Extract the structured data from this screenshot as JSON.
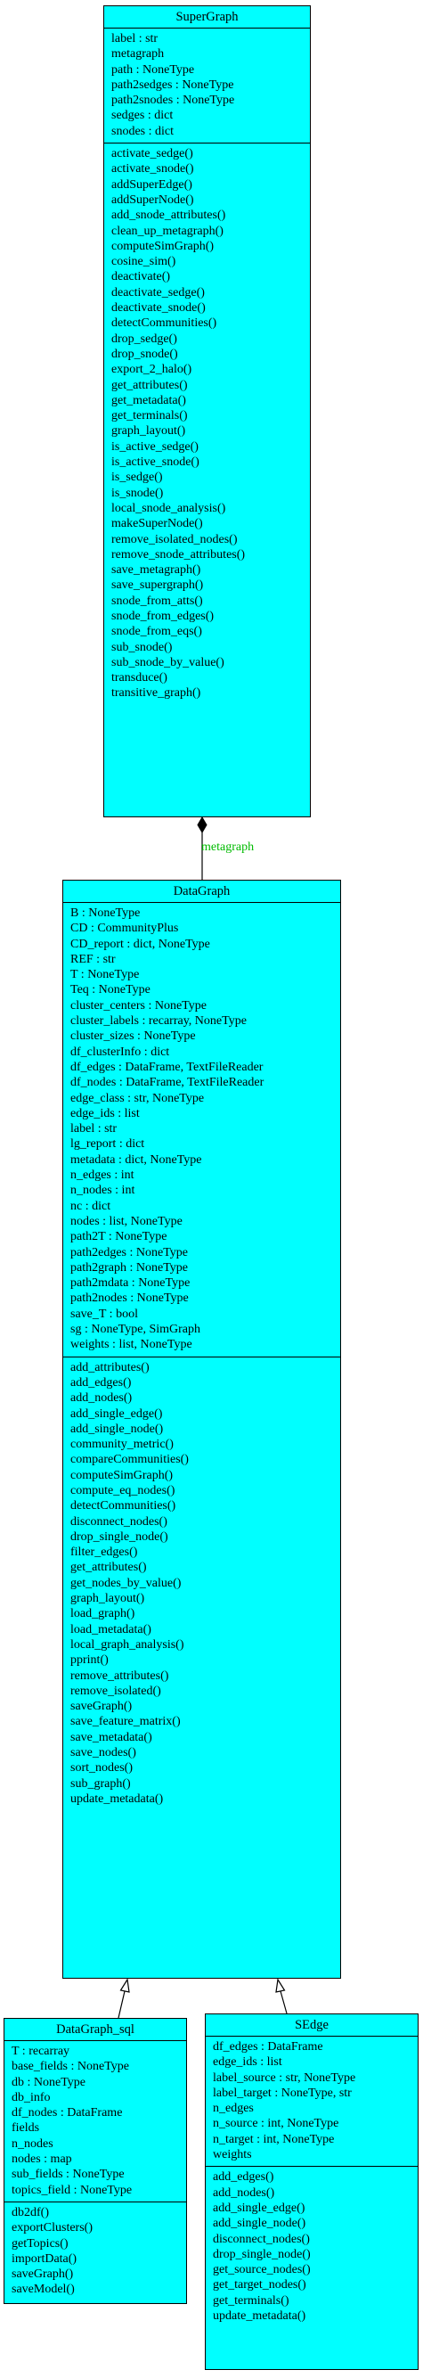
{
  "colors": {
    "class_fill": "#00ffff",
    "border": "#000000",
    "edge_label": "#00bb00"
  },
  "classes": [
    {
      "id": "supergraph",
      "name": "SuperGraph",
      "attributes": [
        "label : str",
        "metagraph",
        "path : NoneType",
        "path2sedges : NoneType",
        "path2snodes : NoneType",
        "sedges : dict",
        "snodes : dict"
      ],
      "methods": [
        "activate_sedge()",
        "activate_snode()",
        "addSuperEdge()",
        "addSuperNode()",
        "add_snode_attributes()",
        "clean_up_metagraph()",
        "computeSimGraph()",
        "cosine_sim()",
        "deactivate()",
        "deactivate_sedge()",
        "deactivate_snode()",
        "detectCommunities()",
        "drop_sedge()",
        "drop_snode()",
        "export_2_halo()",
        "get_attributes()",
        "get_metadata()",
        "get_terminals()",
        "graph_layout()",
        "is_active_sedge()",
        "is_active_snode()",
        "is_sedge()",
        "is_snode()",
        "local_snode_analysis()",
        "makeSuperNode()",
        "remove_isolated_nodes()",
        "remove_snode_attributes()",
        "save_metagraph()",
        "save_supergraph()",
        "snode_from_atts()",
        "snode_from_edges()",
        "snode_from_eqs()",
        "sub_snode()",
        "sub_snode_by_value()",
        "transduce()",
        "transitive_graph()"
      ]
    },
    {
      "id": "datagraph",
      "name": "DataGraph",
      "attributes": [
        "B : NoneType",
        "CD : CommunityPlus",
        "CD_report : dict, NoneType",
        "REF : str",
        "T : NoneType",
        "Teq : NoneType",
        "cluster_centers : NoneType",
        "cluster_labels : recarray, NoneType",
        "cluster_sizes : NoneType",
        "df_clusterInfo : dict",
        "df_edges : DataFrame, TextFileReader",
        "df_nodes : DataFrame, TextFileReader",
        "edge_class : str, NoneType",
        "edge_ids : list",
        "label : str",
        "lg_report : dict",
        "metadata : dict, NoneType",
        "n_edges : int",
        "n_nodes : int",
        "nc : dict",
        "nodes : list, NoneType",
        "path2T : NoneType",
        "path2edges : NoneType",
        "path2graph : NoneType",
        "path2mdata : NoneType",
        "path2nodes : NoneType",
        "save_T : bool",
        "sg : NoneType, SimGraph",
        "weights : list, NoneType"
      ],
      "methods": [
        "add_attributes()",
        "add_edges()",
        "add_nodes()",
        "add_single_edge()",
        "add_single_node()",
        "community_metric()",
        "compareCommunities()",
        "computeSimGraph()",
        "compute_eq_nodes()",
        "detectCommunities()",
        "disconnect_nodes()",
        "drop_single_node()",
        "filter_edges()",
        "get_attributes()",
        "get_nodes_by_value()",
        "graph_layout()",
        "load_graph()",
        "load_metadata()",
        "local_graph_analysis()",
        "pprint()",
        "remove_attributes()",
        "remove_isolated()",
        "saveGraph()",
        "save_feature_matrix()",
        "save_metadata()",
        "save_nodes()",
        "sort_nodes()",
        "sub_graph()",
        "update_metadata()"
      ]
    },
    {
      "id": "datagraph_sql",
      "name": "DataGraph_sql",
      "attributes": [
        "T : recarray",
        "base_fields : NoneType",
        "db : NoneType",
        "db_info",
        "df_nodes : DataFrame",
        "fields",
        "n_nodes",
        "nodes : map",
        "sub_fields : NoneType",
        "topics_field : NoneType"
      ],
      "methods": [
        "db2df()",
        "exportClusters()",
        "getTopics()",
        "importData()",
        "saveGraph()",
        "saveModel()"
      ]
    },
    {
      "id": "sedge",
      "name": "SEdge",
      "attributes": [
        "df_edges : DataFrame",
        "edge_ids : list",
        "label_source : str, NoneType",
        "label_target : NoneType, str",
        "n_edges",
        "n_source : int, NoneType",
        "n_target : int, NoneType",
        "weights"
      ],
      "methods": [
        "add_edges()",
        "add_nodes()",
        "add_single_edge()",
        "add_single_node()",
        "disconnect_nodes()",
        "drop_single_node()",
        "get_source_nodes()",
        "get_target_nodes()",
        "get_terminals()",
        "update_metadata()"
      ]
    }
  ],
  "relations": [
    {
      "type": "composition",
      "from": "datagraph",
      "to": "supergraph",
      "label": "metagraph"
    },
    {
      "type": "inheritance",
      "from": "datagraph_sql",
      "to": "datagraph",
      "label": ""
    },
    {
      "type": "inheritance",
      "from": "sedge",
      "to": "datagraph",
      "label": ""
    }
  ]
}
